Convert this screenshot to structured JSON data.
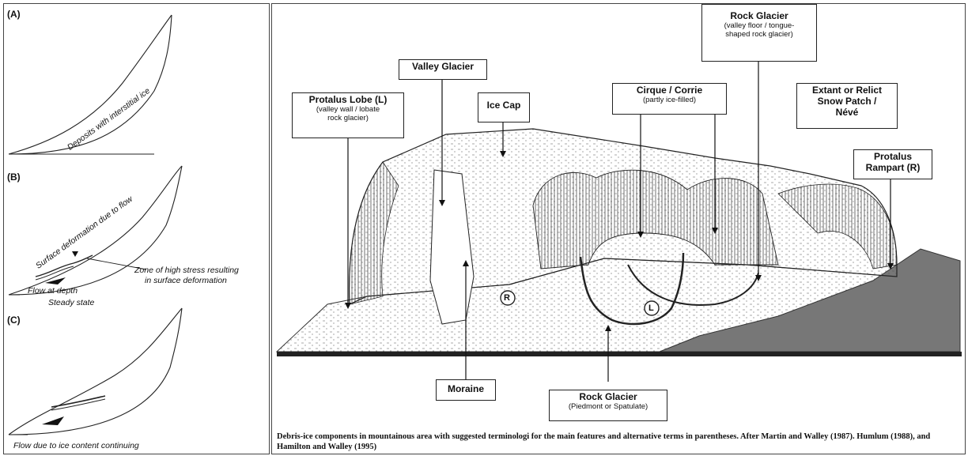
{
  "left": {
    "a_label": "(A)",
    "a_text": "Deposits with interstitial ice",
    "b_label": "(B)",
    "b_text": "Surface deformation due to flow",
    "b_zone": "Zone of high stress resulting",
    "b_zone2": "in surface deformation",
    "b_flow": "Flow at depth",
    "b_steady": "Steady state",
    "c_label": "(C)",
    "c_text": "Flow due to ice content continuing"
  },
  "right": {
    "valley_glacier": "Valley Glacier",
    "ice_cap": "Ice Cap",
    "protalus_lobe_title": "Protalus Lobe (L)",
    "protalus_lobe_sub1": "(valley wall / lobate",
    "protalus_lobe_sub2": "rock glacier)",
    "cirque_title": "Cirque / Corrie",
    "cirque_sub": "(partly ice-filled)",
    "rock_glacier_top_title": "Rock Glacier",
    "rock_glacier_top_sub1": "(valley floor / tongue-",
    "rock_glacier_top_sub2": "shaped rock glacier)",
    "snow_patch_1": "Extant or Relict",
    "snow_patch_2": "Snow Patch /",
    "snow_patch_3": "Névé",
    "rampart_1": "Protalus",
    "rampart_2": "Rampart (R)",
    "moraine": "Moraine",
    "rock_glacier_bottom_title": "Rock Glacier",
    "rock_glacier_bottom_sub": "(Piedmont or Spatulate)",
    "marker_r": "R",
    "marker_l": "L",
    "caption": "Debris-ice components in mountainous area with suggested terminologi for the main features and alternative terms in parentheses. After Martin and Walley (1987). Humlum (1988), and Hamilton and Walley (1995)"
  }
}
